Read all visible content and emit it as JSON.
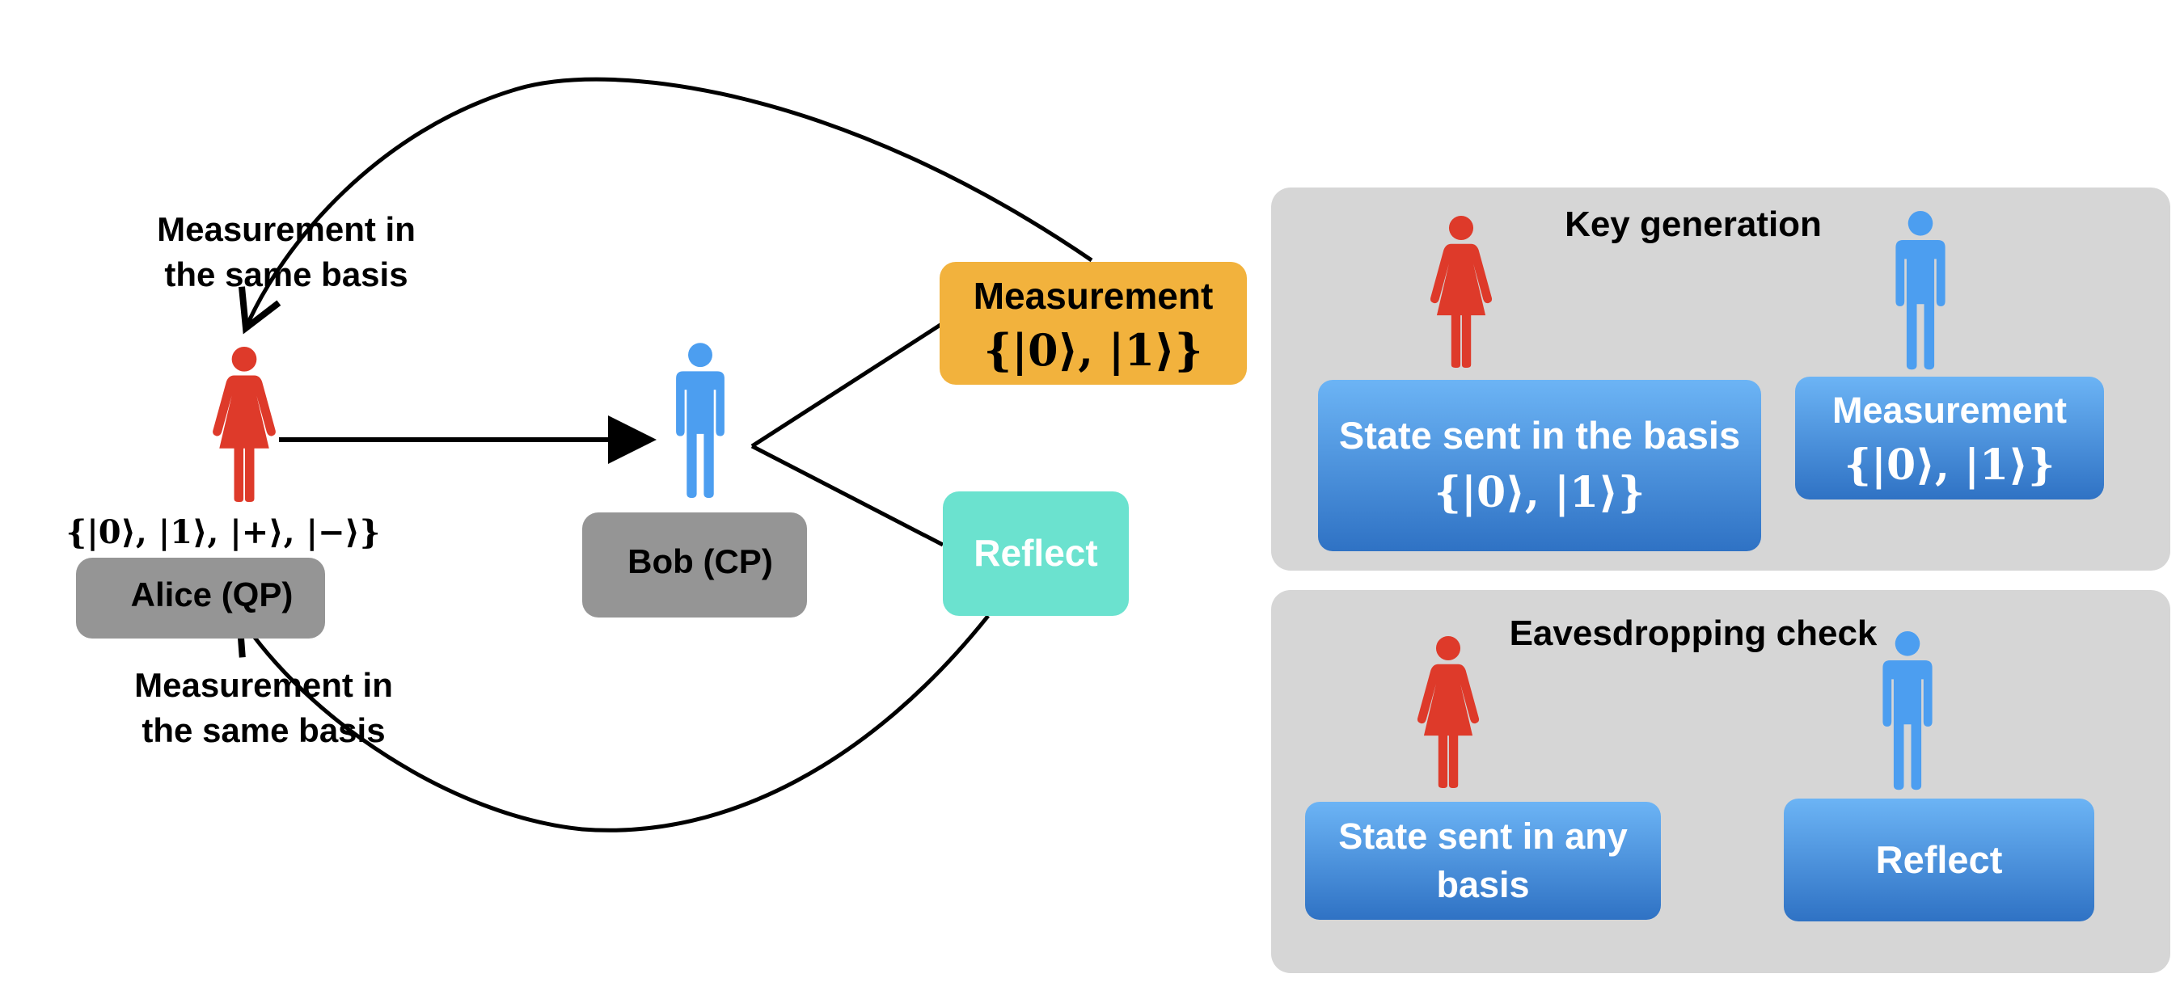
{
  "colors": {
    "alice": "#DE3A2A",
    "bob": "#4C9EF0",
    "measurement_box": "#F2B23D",
    "reflect_box": "#6BE2CF",
    "label_box": "#959595",
    "panel": "#D6D6D6",
    "blue_box_top": "#6CB4F5",
    "blue_box_bottom": "#2F72C4",
    "ink": "#000000"
  },
  "left": {
    "top_note_line1": "Measurement in",
    "top_note_line2": "the same basis",
    "bottom_note_line1": "Measurement in",
    "bottom_note_line2": "the same basis",
    "alice_states": "{|0⟩, |1⟩, |+⟩, |−⟩}",
    "alice_label": "Alice (QP)",
    "bob_label": "Bob (CP)",
    "measurement_title": "Measurement",
    "measurement_basis": "{|0⟩, |1⟩}",
    "reflect_label": "Reflect"
  },
  "key_panel": {
    "title": "Key generation",
    "alice_box_line1": "State sent in the basis",
    "alice_box_line2": "{|0⟩, |1⟩}",
    "bob_box_line1": "Measurement",
    "bob_box_line2": "{|0⟩, |1⟩}"
  },
  "eaves_panel": {
    "title": "Eavesdropping check",
    "alice_box_line1": "State sent in any",
    "alice_box_line2": "basis",
    "bob_box_label": "Reflect"
  }
}
